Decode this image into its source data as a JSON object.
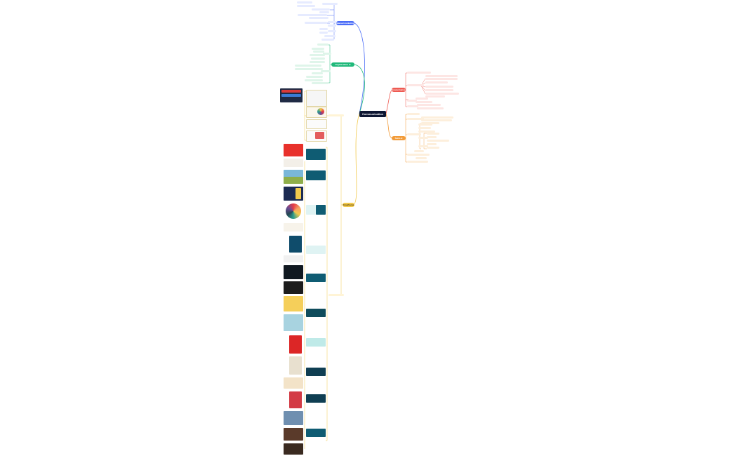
{
  "root": {
    "label": "Communication"
  },
  "colors": {
    "blue": "#4a6cf7",
    "green": "#1fb97a",
    "red": "#ee5a52",
    "orange": "#f29b38",
    "yellow": "#f2c94c",
    "root_bg": "#0e1733"
  },
  "branches": {
    "blue": {
      "label": "Manual marketing"
    },
    "green": {
      "label": "Organisation et stratégie"
    },
    "red": {
      "label": "Gouvernance"
    },
    "orange": {
      "label": "Suivi et analyse"
    },
    "yellow": {
      "label": "Graphisme"
    }
  }
}
